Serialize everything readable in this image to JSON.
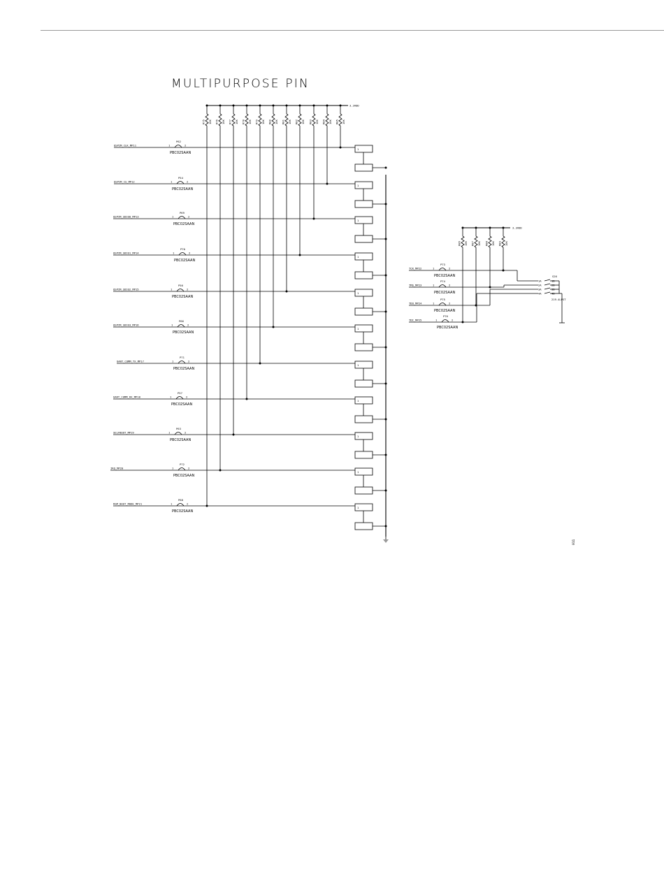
{
  "title": "MULTIPURPOSE PIN",
  "part": "PBC02SAAN",
  "left": {
    "rail": "3.3VDD",
    "signals": [
      {
        "net": "QSPIM_CLK_MP11",
        "ref": "P62"
      },
      {
        "net": "QSPIM_CS_MP12",
        "ref": "P54"
      },
      {
        "net": "QSPIM_SDIO0_MP13",
        "ref": "P69"
      },
      {
        "net": "QSPIM_SDIO1_MP14",
        "ref": "P70"
      },
      {
        "net": "QSPIM_SDIO2_MP15",
        "ref": "P56"
      },
      {
        "net": "QSPIM_SDIO3_MP16",
        "ref": "P66"
      },
      {
        "net": "UART_COMM_TX_MP17",
        "ref": "P71"
      },
      {
        "net": "UART_COMM_RX_MP18",
        "ref": "P57"
      },
      {
        "net": "SELFBOOT_MP19",
        "ref": "P63"
      },
      {
        "net": "IRQ_MP20",
        "ref": "P72"
      },
      {
        "net": "RGM_BOOT_MODE_MP21",
        "ref": "P68"
      }
    ],
    "resistors": [
      {
        "ref": "R75",
        "val": "10K"
      },
      {
        "ref": "R76",
        "val": "10K"
      },
      {
        "ref": "R77",
        "val": "10K"
      },
      {
        "ref": "R78",
        "val": "10K"
      },
      {
        "ref": "R79",
        "val": "10K"
      },
      {
        "ref": "R80",
        "val": "10K"
      },
      {
        "ref": "R81",
        "val": "10K"
      },
      {
        "ref": "R82",
        "val": "10K"
      },
      {
        "ref": "R83",
        "val": "10K"
      },
      {
        "ref": "R84",
        "val": "10K"
      },
      {
        "ref": "R85",
        "val": "10K"
      }
    ]
  },
  "right": {
    "rail": "3.3VDD",
    "signals": [
      {
        "net": "TCK_MP22",
        "ref": "P73"
      },
      {
        "net": "TMS_MP23",
        "ref": "P74"
      },
      {
        "net": "TDO_MP24",
        "ref": "P75"
      },
      {
        "net": "TDI_MP25",
        "ref": "P76"
      }
    ],
    "resistors": [
      {
        "ref": "R86",
        "val": "10K"
      },
      {
        "ref": "R87",
        "val": "10K"
      },
      {
        "ref": "R88",
        "val": "10K"
      },
      {
        "ref": "R89",
        "val": "10K"
      }
    ],
    "switch": {
      "ref": "S26",
      "part": "219-4LPST",
      "pins_left": [
        "1A",
        "2A",
        "3A",
        "4A"
      ],
      "pins_right": [
        "1B",
        "2B",
        "3B",
        "4B"
      ]
    }
  },
  "pin_labels": {
    "one": "1",
    "two": "2"
  },
  "sheet_id": "011"
}
